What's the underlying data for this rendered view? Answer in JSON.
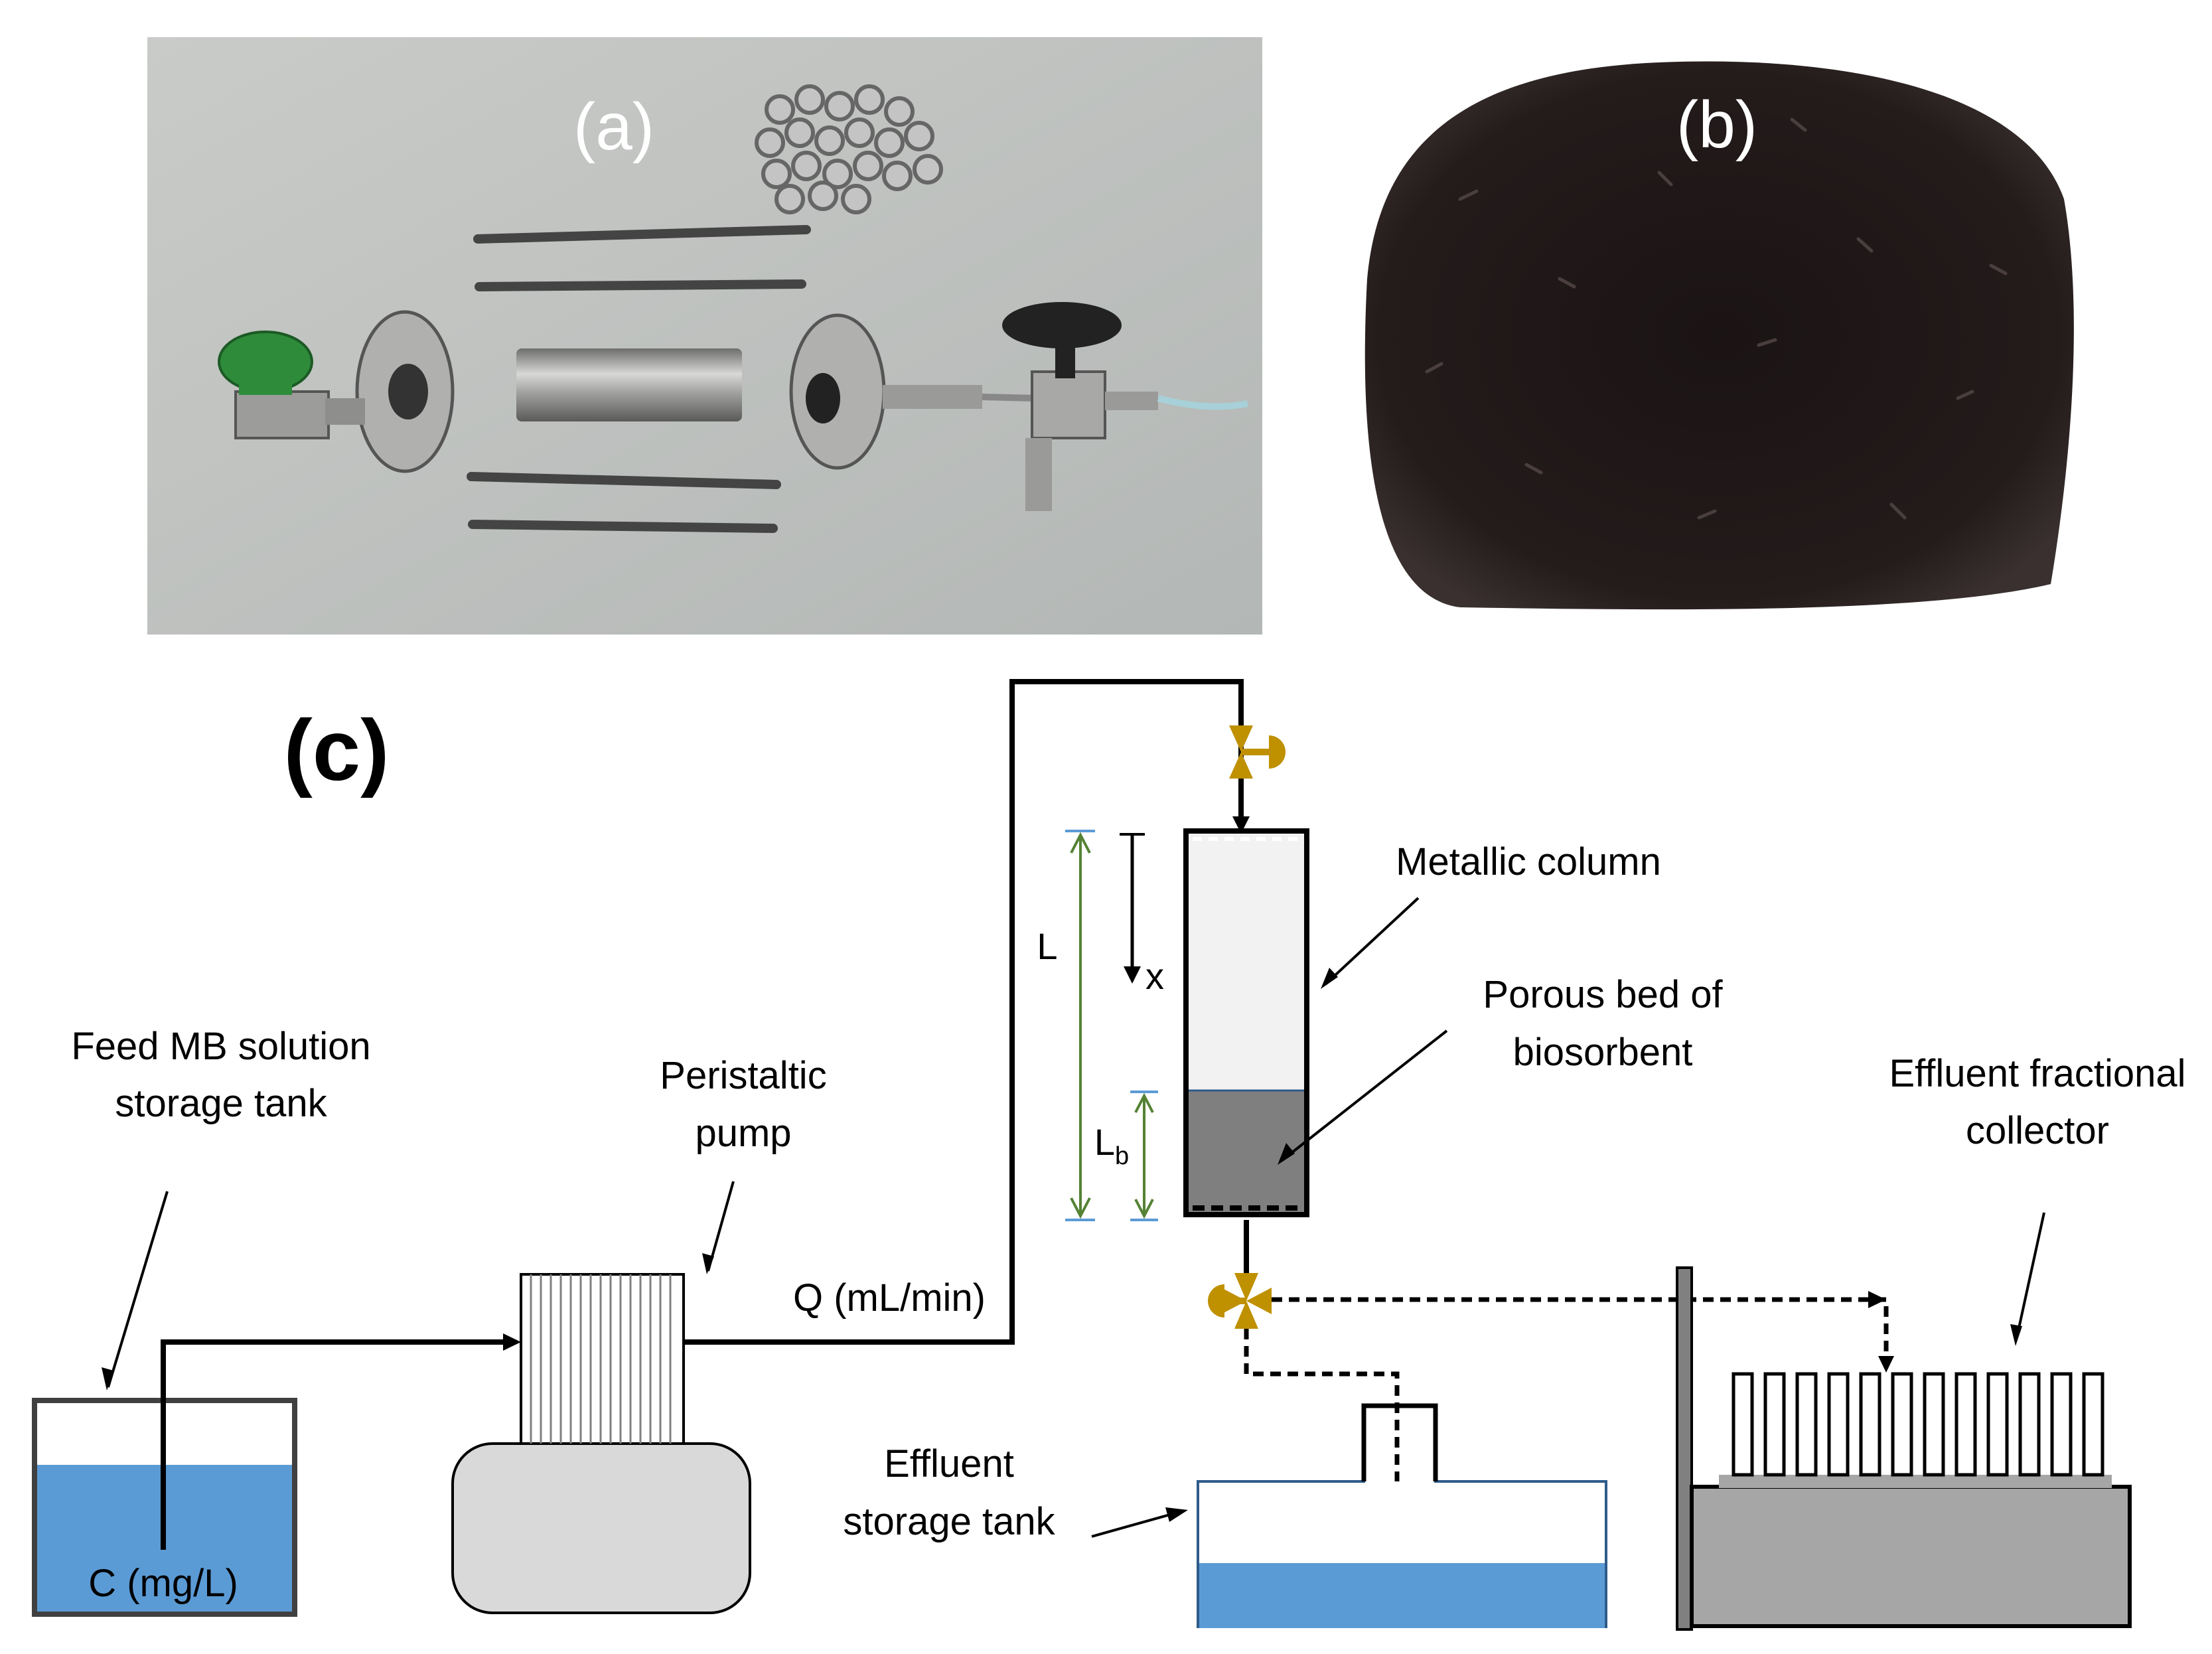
{
  "panels": {
    "a": {
      "label": "(a)"
    },
    "b": {
      "label": "(b)"
    },
    "c": {
      "label": "(c)"
    }
  },
  "labels": {
    "feed_tank_line1": "Feed MB solution",
    "feed_tank_line2": "storage tank",
    "concentration": "C (mg/L)",
    "pump_line1": "Peristaltic",
    "pump_line2": "pump",
    "flow_rate": "Q (mL/min)",
    "column_length": "L",
    "axial_coord": "x",
    "bed_length_main": "L",
    "bed_length_sub": "b",
    "metallic_column": "Metallic column",
    "porous_bed_line1": "Porous bed of",
    "porous_bed_line2": "biosorbent",
    "effluent_tank_line1": "Effluent",
    "effluent_tank_line2": "storage tank",
    "collector_line1": "Effluent fractional",
    "collector_line2": "collector"
  },
  "colors": {
    "liquid": "#5b9bd5",
    "valve": "#bf9000",
    "dimension": "#548235",
    "pump_body": "#d9d9d9",
    "bed": "#7f7f7f",
    "collector_base": "#a6a6a6"
  },
  "icons": {
    "valve_top": "three-way-valve-icon",
    "valve_bottom": "three-way-valve-icon"
  }
}
